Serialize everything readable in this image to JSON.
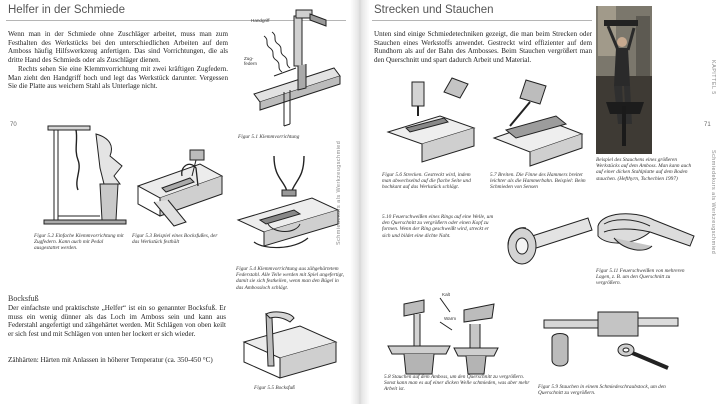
{
  "left": {
    "heading": "Helfer in der Schmiede",
    "page_number": "70",
    "side_text": "Schmiedekurs als Werkzeugschmied",
    "paragraph_1": "Wenn man in der Schmiede ohne Zuschläger arbeitet, muss man zum Festhalten des Werkstücks bei den unterschiedlichen Arbeiten auf dem Amboss häufig Hilfswerkzeug anfertigen. Das sind Vorrichtungen, die als dritte Hand des Schmieds oder als Zuschläger dienen.",
    "paragraph_2": "Rechts sehen Sie eine Klemmvorrichtung mit zwei kräftigen Zugfedern. Man zieht den Handgriff hoch und legt das Werkstück darunter. Vergessen Sie die Platte aus weichem Stahl als Unterlage nicht.",
    "label_handgriff": "Handgriff",
    "label_zugfedern": "Zug-\nfedern",
    "cap_5_1": "Figur 5.1 Klemmvorrichtung",
    "cap_5_2": "Figur 5.2  Einfache Klemmvorrichtung mit Zugfedern. Kann auch mit Pedal ausgestattet werden.",
    "cap_5_3": "Figur 5.3  Beispiel eines Bocksfußes, der das Werkstück festhält",
    "cap_5_4": "Figur 5.4  Klemmvorrichtung aus zähgehärtetem Federstahl. Alle Teile werden mit Spiel angefertigt, damit sie sich festkeilen, wenn man den Bügel in das Ambossloch schlägt.",
    "subheading": "Bocksfuß",
    "paragraph_3": "Der einfachste und praktischste „Helfer“ ist ein so genannter Bocksfuß. Er muss ein wenig dünner als das Loch im Amboss sein und kann aus Federstahl angefertigt und zähgehärtet werden. Mit Schlägen von oben keilt er sich fest und mit Schlägen von unten her lockert er sich wieder.",
    "paragraph_4": "Zähhärten: Härten mit Anlassen in höherer Temperatur (ca. 350-450 °C)",
    "cap_5_5": "Figur 5.5 Bocksfuß"
  },
  "right": {
    "heading": "Strecken und Stauchen",
    "page_number": "71",
    "side_text": "KAPITTEL 5",
    "side_text_2": "Schmiedekurs als Werkzeugschmied",
    "paragraph_1": "Unten sind einige Schmiedetechniken gezeigt, die man beim Strecken oder Stauchen eines Werkstoffs anwendet. Gestreckt wird effizienter auf dem Rundhorn als auf der Bahn des Ambosses. Beim Stauchen vergrößert man den Querschnitt und spart dadurch Arbeit und Material.",
    "photo_caption": "Beispiel des Stauchens eines größeren Werkstücks auf dem Amboss. Man kann auch auf einer dicken Stahlplatte auf dem Boden stauchen. (Hefthyrn, Tschechien 1997)",
    "cap_5_6": "Figur 5.6  Strecken. Gestreckt wird, indem man abwechselnd auf die flache Seite und hochkant auf das Werkstück schlägt.",
    "cap_5_7": "5.7  Breiten. Die Finne des Hammers breitet leichter als die Hammerbahn. Beispiel: Beim Schmieden von Sensen",
    "cap_5_10": "5.10  Feuerschweißen eines Rings auf eine Welle, um den Querschnitt zu vergrößern oder einen Kopf zu formen. Wenn der Ring geschweißt wird, streckt er sich und bildet eine dichte Naht.",
    "cap_5_11": "Figur 5.11  Feuerschweißen von mehreren Lagen, z. B. um den Querschnitt zu vergrößern.",
    "label_kalt": "Kalt",
    "label_warm": "Warm",
    "cap_5_8": "5.8  Stauchen auf dem Amboss, um den Querschnitt zu vergrößern. Sonst kann man es auf einer dicken Welle schmieden, was aber mehr Arbeit ist.",
    "cap_5_9": "Figur 5.9  Stauchen in einem Schmiedeschraubstock, um den Querschnitt zu vergrößern."
  }
}
